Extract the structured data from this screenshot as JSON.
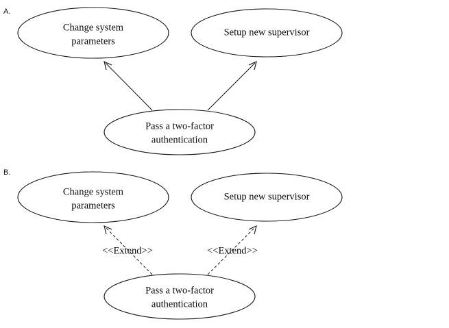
{
  "diagram": {
    "type": "uml-use-case-diagram",
    "background_color": "#ffffff",
    "stroke_color": "#111111",
    "text_color": "#0e0e12",
    "sections": [
      {
        "id": "A",
        "label": "A.",
        "relationship_style": "solid-generalization",
        "nodes": [
          {
            "id": "a-change-system",
            "label_line1": "Change system",
            "label_line2": "parameters"
          },
          {
            "id": "a-setup-supervisor",
            "label_line1": "Setup new supervisor",
            "label_line2": ""
          },
          {
            "id": "a-two-factor",
            "label_line1": "Pass a two-factor",
            "label_line2": "authentication"
          }
        ],
        "edges": [
          {
            "from": "a-two-factor",
            "to": "a-change-system",
            "label": ""
          },
          {
            "from": "a-two-factor",
            "to": "a-setup-supervisor",
            "label": ""
          }
        ]
      },
      {
        "id": "B",
        "label": "B.",
        "relationship_style": "dashed-extend",
        "nodes": [
          {
            "id": "b-change-system",
            "label_line1": "Change system",
            "label_line2": "parameters"
          },
          {
            "id": "b-setup-supervisor",
            "label_line1": "Setup new supervisor",
            "label_line2": ""
          },
          {
            "id": "b-two-factor",
            "label_line1": "Pass a two-factor",
            "label_line2": "authentication"
          }
        ],
        "edges": [
          {
            "from": "b-two-factor",
            "to": "b-change-system",
            "label": "<<Extend>>"
          },
          {
            "from": "b-two-factor",
            "to": "b-setup-supervisor",
            "label": "<<Extend>>"
          }
        ]
      }
    ]
  }
}
